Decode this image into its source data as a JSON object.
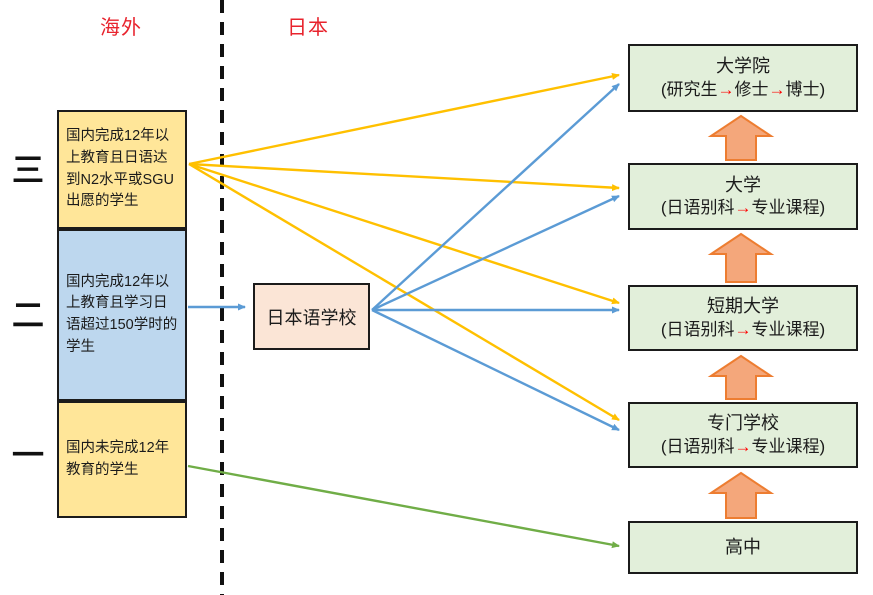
{
  "regions": {
    "left_label": "海外",
    "right_label": "日本"
  },
  "tiers": [
    {
      "numeral": "三",
      "description": "国内完成12年以上教育且日语达到N2水平或SGU出愿的学生",
      "fill": "#FFE699"
    },
    {
      "numeral": "二",
      "description": "国内完成12年以上教育且学习日语超过150学时的学生",
      "fill": "#BDD7EE"
    },
    {
      "numeral": "一",
      "description": "国内未完成12年教育的学生",
      "fill": "#FFE699"
    }
  ],
  "language_school": {
    "label": "日本语学校",
    "fill": "#FBE5D6"
  },
  "institutions": [
    {
      "title": "大学院",
      "subtitle": "(研究生→修士→博士)"
    },
    {
      "title": "大学",
      "subtitle": "(日语别科→专业课程)"
    },
    {
      "title": "短期大学",
      "subtitle": "(日语别科→专业课程)"
    },
    {
      "title": "专门学校",
      "subtitle": "(日语别科→专业课程)"
    },
    {
      "title": "高中",
      "subtitle": ""
    }
  ],
  "colors": {
    "region_label": "#E8232D",
    "tier_yellow_fill": "#FFE699",
    "tier_blue_fill": "#BDD7EE",
    "language_school_fill": "#FBE5D6",
    "institution_fill": "#E2EFDA",
    "divider_black": "#111111",
    "path_yellow": "#FFC000",
    "path_blue": "#5B9BD5",
    "path_green": "#70AD47",
    "block_arrow_fill": "#F4A77B",
    "block_arrow_border": "#ED7D31",
    "inline_arrow_red": "#FF0000"
  },
  "flows": [
    {
      "from": "tier-三",
      "to": "大学院",
      "color": "#FFC000"
    },
    {
      "from": "tier-三",
      "to": "大学",
      "color": "#FFC000"
    },
    {
      "from": "tier-三",
      "to": "短期大学",
      "color": "#FFC000"
    },
    {
      "from": "tier-三",
      "to": "专门学校",
      "color": "#FFC000"
    },
    {
      "from": "tier-二",
      "to": "日本语学校",
      "color": "#5B9BD5"
    },
    {
      "from": "日本语学校",
      "to": "大学院",
      "color": "#5B9BD5"
    },
    {
      "from": "日本语学校",
      "to": "大学",
      "color": "#5B9BD5"
    },
    {
      "from": "日本语学校",
      "to": "短期大学",
      "color": "#5B9BD5"
    },
    {
      "from": "日本语学校",
      "to": "专门学校",
      "color": "#5B9BD5"
    },
    {
      "from": "tier-一",
      "to": "高中",
      "color": "#70AD47"
    },
    {
      "from": "高中",
      "to": "专门学校",
      "color": "#ED7D31",
      "type": "progression"
    },
    {
      "from": "专门学校",
      "to": "短期大学",
      "color": "#ED7D31",
      "type": "progression"
    },
    {
      "from": "短期大学",
      "to": "大学",
      "color": "#ED7D31",
      "type": "progression"
    },
    {
      "from": "大学",
      "to": "大学院",
      "color": "#ED7D31",
      "type": "progression"
    }
  ]
}
